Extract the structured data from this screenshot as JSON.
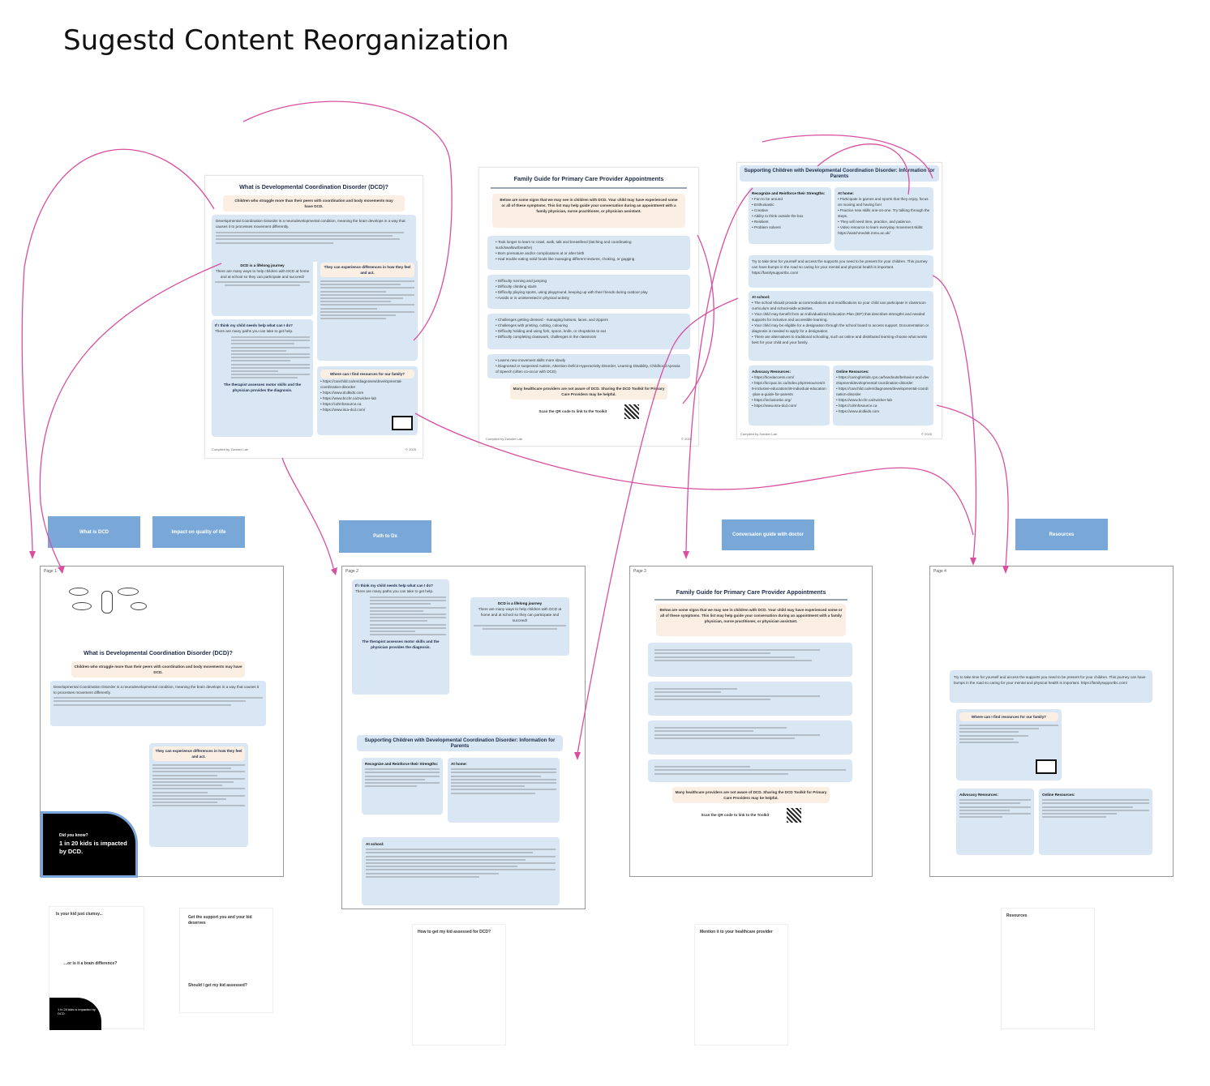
{
  "page_title": "Sugestd Content Reorganization",
  "top_cards": {
    "dcd": {
      "title": "What is Developmental Coordination Disorder (DCD)?",
      "subtitle": "Children who struggle more than their peers with coordination and body movements may have DCD.",
      "intro": "Developmental Coordination Disorder is a neurodevelopmental condition, meaning the brain develops in a way that causes it to processes movement differently.",
      "journey_title": "DCD is a lifelong journey",
      "journey_text": "There are many ways to help children with DCD at home and at school so they can participate and succeed!",
      "experience_title": "They can experience differences in how they feel and act.",
      "help_title": "If I think my child needs help what can I do?",
      "help_text": "There are many paths you can take to get help.",
      "therapist": "The therapist assesses motor skills and the physician provides the diagnosis.",
      "resources_title": "Where can I find resources for our family?",
      "links": [
        "https://canchild.ca/en/diagnoses/developmental-coordination-disorder",
        "https://www.dcdkids.com",
        "https://www.bcchr.ca/zwicker-lab",
        "https://cdrinfosource.ca",
        "https://www.isra-dcd.com/"
      ],
      "footer": "Compiled by Zwicker Lab",
      "year": "© 2025"
    },
    "family_guide": {
      "title": "Family Guide for Primary Care Provider Appointments",
      "intro": "Below are some signs that we may see in children with DCD. Your child may have experienced some or all of these symptoms. This list may help guide your conversation during an appointment with a family physician, nurse practitioner, or physician assistant.",
      "groups": [
        [
          "Took longer to learn to crawl, walk, talk and breastfeed (latching and coordinating suck/swallow/breathe)",
          "Born premature and/or complications at or after birth",
          "Had trouble eating solid foods like managing different textures, choking, or gagging"
        ],
        [
          "Difficulty running and jumping",
          "Difficulty climbing stairs",
          "Difficulty playing sports, using playground, keeping up with their friends during outdoor play",
          "Avoids or is uninterested in physical activity"
        ],
        [
          "Challenges getting dressed - managing buttons, laces, and zippers",
          "Challenges with printing, cutting, colouring",
          "Difficulty holding and using fork, spoon, knife, or chopsticks to eat",
          "Difficulty completing classwork, challenges in the classroom"
        ],
        [
          "Learns new movement skills more slowly",
          "Diagnosed or suspected Autism, Attention Deficit Hyperactivity Disorder, Learning Disability, Childhood Apraxia of Speech (often co-occur with DCD)"
        ]
      ],
      "note": "Many healthcare providers are not aware of DCD. Sharing the DCD Toolkit for Primary Care Providers may be helpful.",
      "qr": "Scan the QR code to link to the Toolkit",
      "footer": "Compiled by Zwicker Lab",
      "year": "© 2025"
    },
    "supporting": {
      "title": "Supporting Children with Developmental Coordination Disorder: Information for Parents",
      "recognize_title": "Recognize and Reinforce their Strengths:",
      "strengths": [
        "Fun to be around",
        "Enthusiastic",
        "Creative",
        "Ability to think outside the box",
        "Resilient",
        "Problem solvers"
      ],
      "home_title": "At home:",
      "home_items": [
        "Participate in games and sports that they enjoy, focus on moving and having fun!",
        "Practice new skills one-on-one. Try talking through the steps.",
        "They will need time, practice, and patience.",
        "Video resource to learn everyday movement skills: https://watchmedolt.mmu.ac.uk/"
      ],
      "self_care": "Try to take time for yourself and access the supports you need to be present for your children. This journey can have bumps in the road so caring for your mental and physical health is important. https://familysupportbc.com/",
      "school_title": "At school:",
      "school_items": [
        "The school should provide accommodations and modifications so your child can participate in classroom curriculum and school-wide activities.",
        "Your child may benefit from an Individualized Education Plan (IEP) that describes strengths and needed supports for inclusive and accessible learning.",
        "Your child may be eligible for a designation through the school board to access support. Documentation or diagnosis is needed to apply for a designation.",
        "There are alternatives to traditional schooling, such as online and distributed learning-choose what works best for your child and your family."
      ],
      "advocacy_title": "Advocacy Resources:",
      "advocacy": [
        "https://bcedaccess.com/",
        "https://bccpac.bc.ca/index.php/resources/39-inclusive-education/49-individual-education-plan-a-guide-for-parents",
        "https://inclusionbc.org/",
        "https://www.isra-dcd.com/"
      ],
      "online_title": "Online Resources:",
      "online": [
        "https://caringforkids.cps.ca/handouts/behavior-and-development/developmental-coordination-disorder",
        "https://canchild.ca/en/diagnoses/developmental-coordination-disorder",
        "https://www.bcchr.ca/zwicker-lab",
        "https://cdrinfosource.ca",
        "https://www.dcdkids.com"
      ],
      "footer": "Compiled by Zwicker Lab",
      "year": "© 2025"
    }
  },
  "tabs": [
    "What is DCD",
    "Impact on quality of life",
    "Path to Dx",
    "Conversaion guide with doctor",
    "Resources"
  ],
  "pages": {
    "p1": {
      "label": "Page 1",
      "did_you_know": "Did you know?",
      "stat": "1 in 20 kids is impacted by DCD."
    },
    "p2": {
      "label": "Page 2"
    },
    "p3": {
      "label": "Page 3"
    },
    "p4": {
      "label": "Page 4",
      "resources_title": "Where can I find resources for our family?"
    }
  },
  "sketches": {
    "s1_title": "Is your kid just clumsy...",
    "s1_sub": "...or is it a brain difference?",
    "s1_stat": "1 in 20 kids is impacted by DCD.",
    "s2_title": "Get the support you and your kid deserves",
    "s2_q": "Should I get my kid assessed?",
    "s3_title": "How to get my kid assessed for DCD?",
    "s4_title": "Mention it to your healthcare provider",
    "s5_title": "Resources"
  },
  "colors": {
    "accent_blue": "#79a8d8",
    "panel_blue": "#d9e7f5",
    "peach": "#fbeee3",
    "arrow": "#d94fa0",
    "navy": "#1c2b48"
  }
}
